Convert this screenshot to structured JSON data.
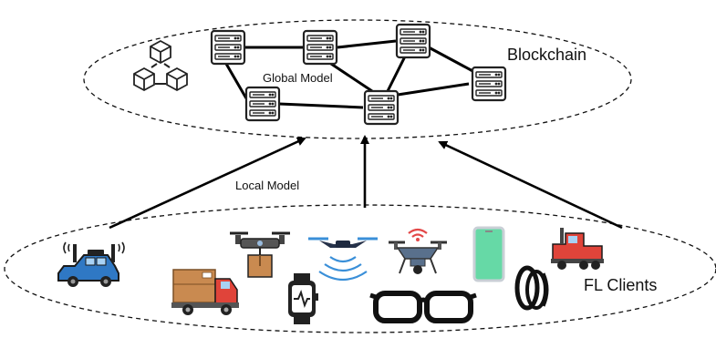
{
  "labels": {
    "blockchain": "Blockchain",
    "global_model": "Global Model",
    "local_model": "Local Model",
    "fl_clients": "FL Clients"
  },
  "icons": {
    "blockchain_cluster": "blockchain-cubes-icon",
    "server": "server-icon",
    "clients": [
      "autonomous-car-icon",
      "delivery-truck-icon",
      "delivery-drone-icon",
      "smartwatch-icon",
      "drone-signal-icon",
      "quadcopter-wifi-icon",
      "smart-glasses-icon",
      "smartphone-icon",
      "smart-ring-icon",
      "semi-truck-icon"
    ]
  },
  "colors": {
    "car_blue": "#2f78c4",
    "truck_red": "#e0443a",
    "box_brown": "#c98a50",
    "phone_green": "#66d9a6",
    "drone_blue": "#3a8fd8",
    "signal_red": "#e34848"
  }
}
